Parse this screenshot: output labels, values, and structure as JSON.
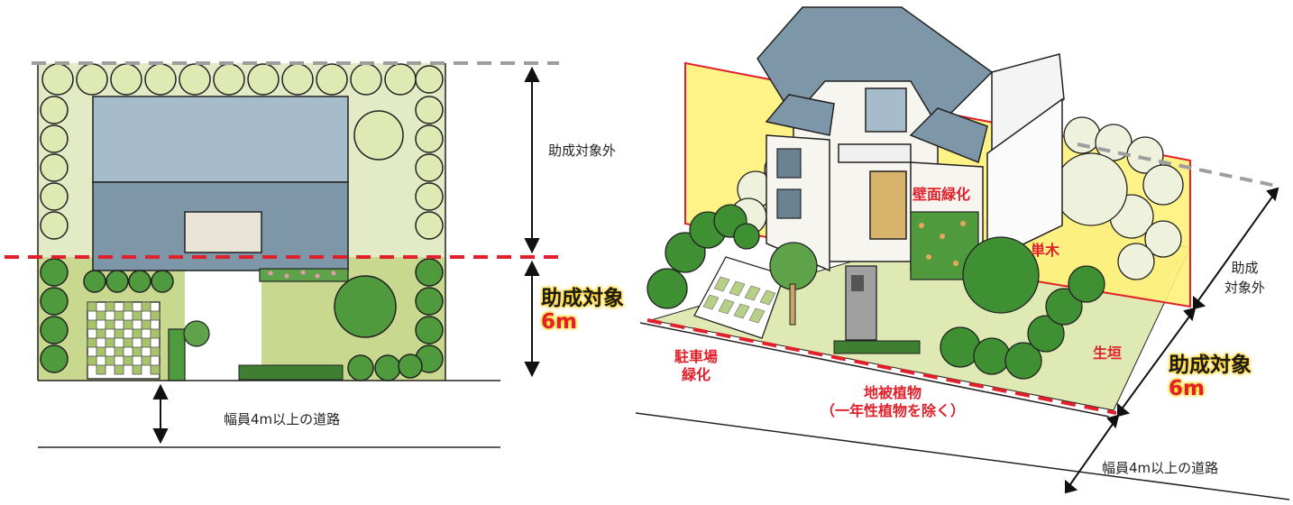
{
  "left_plan": {
    "outside_label": "助成対象外",
    "target_label": "助成対象",
    "target_depth": "6m",
    "road_label": "幅員4m以上の道路"
  },
  "right_view": {
    "wall_label": "壁面緑化",
    "tree_label": "単木",
    "parking_label": "駐車場\n緑化",
    "hedge_label": "生垣",
    "ground_label": "地被植物\n（一年性植物を除く）",
    "outside_label": "助成\n対象外",
    "target_label": "助成対象",
    "target_depth": "6m",
    "road_label": "幅員4m以上の道路"
  },
  "colors": {
    "target_line": "#e0202a",
    "outside_line": "#9e9e9e",
    "highlight": "#ffd21e",
    "roof": "#7d97a8",
    "wall_plane": "#fff27a"
  }
}
